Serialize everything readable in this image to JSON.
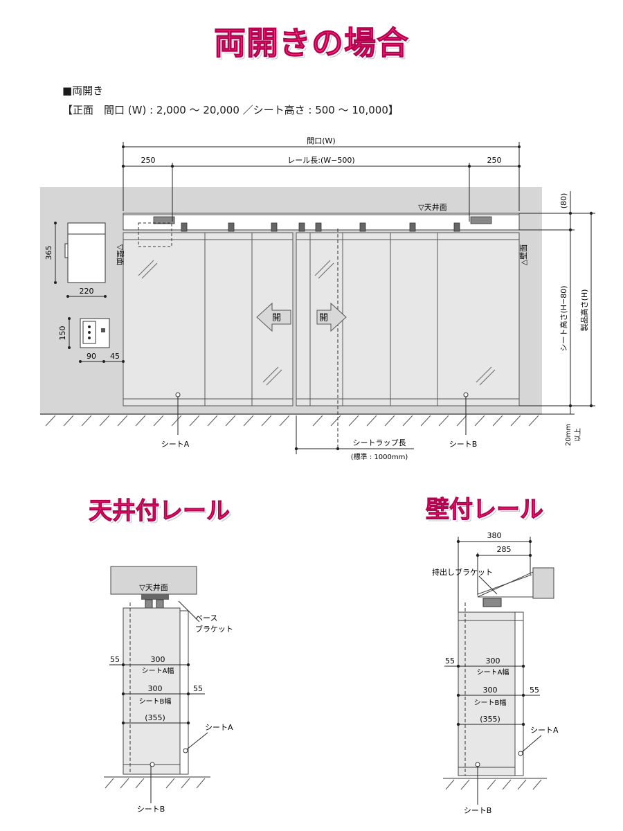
{
  "titles": {
    "main": "両開きの場合",
    "ceiling": "天井付レール",
    "wall": "壁付レール"
  },
  "heading": {
    "line1": "■両開き",
    "line2": "【正面　間口 (W) : 2,000 ～ 20,000 ／シート高さ : 500 ～ 10,000】"
  },
  "front": {
    "opening": "間口(W)",
    "rail_length": "レール長:(W−500)",
    "dim_250_left": "250",
    "dim_250_right": "250",
    "ceiling_label": "▽天井面",
    "wall_left": "▽壁面",
    "wall_right": "△壁面",
    "dim_80": "(80)",
    "sheet_height": "シート高さ(H−80)",
    "product_height": "製品高さ(H)",
    "floor_gap_1": "20mm",
    "floor_gap_2": "以上",
    "open_left": "開",
    "open_right": "開",
    "sheet_a": "シートA",
    "sheet_b": "シートB",
    "overlap_1": "シートラップ長",
    "overlap_2": "(標準 : 1000mm)"
  },
  "detail": {
    "box_h": "365",
    "box_w": "220",
    "sw_h": "150",
    "sw_w": "90",
    "sw_gap": "45"
  },
  "ceiling_rail": {
    "ceiling_label": "▽天井面",
    "base_1": "ベース",
    "base_2": "ブラケット",
    "d55a": "55",
    "d300a": "300",
    "sheet_a_width": "シートA幅",
    "d300b": "300",
    "d55b": "55",
    "sheet_b_width": "シートB幅",
    "d355": "(355)",
    "sheet_a": "シートA",
    "sheet_b": "シートB"
  },
  "wall_rail": {
    "d380": "380",
    "d285": "285",
    "bracket": "持出しブラケット",
    "d55a": "55",
    "d300a": "300",
    "sheet_a_width": "シートA幅",
    "d300b": "300",
    "d55b": "55",
    "sheet_b_width": "シートB幅",
    "d355": "(355)",
    "sheet_a": "シートA",
    "sheet_b": "シートB"
  }
}
